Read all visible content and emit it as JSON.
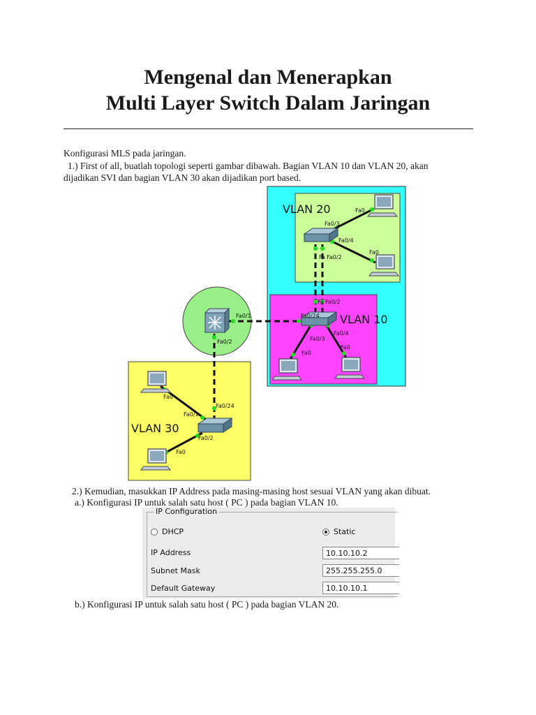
{
  "title_line1": "Mengenal dan Menerapkan",
  "title_line2": "Multi Layer Switch Dalam Jaringan",
  "p_intro": "Konfigurasi MLS pada jaringan.",
  "p_step1_a": "1.) First of all, buatlah topologi seperti gambar dibawah. Bagian VLAN 10 dan VLAN 20, akan",
  "p_step1_b": "dijadikan SVI dan bagian VLAN 30 akan dijadikan port based.",
  "p_step2": "2.) Kemudian, masukkan IP Address pada masing-masing host sesuai VLAN yang akan dibuat.",
  "p_step2a": "a.) Konfigurasi IP untuk salah satu host ( PC ) pada bagian VLAN 10.",
  "p_step2b": "b.) Konfigurasi IP untuk salah satu host ( PC ) pada bagian VLAN 20.",
  "diagram": {
    "vlan20": "VLAN 20",
    "vlan10": "VLAN 10",
    "vlan30": "VLAN 30",
    "ports": {
      "v20_pc1": "Fa0",
      "v20_sw_03": "Fa0/3",
      "v20_sw_04": "Fa0/4",
      "v20_pc2": "Fa0",
      "v20_sw_fa": "Fa",
      "v20_sw_02": "Fa0/2",
      "v10_sw_fa": "Fa",
      "v10_sw_02": "Fa0/2",
      "mls_01": "Fa0/1",
      "mls_02": "Fa0/2",
      "v10_sw_024": "Fa0/24",
      "v10_sw_04": "Fa0/4",
      "v10_sw_03": "Fa0/3",
      "v10_pc1": "Fa0",
      "v10_pc2": "Fa0",
      "v30_pc1": "Fa0",
      "v30_sw_024": "Fa0/24",
      "v30_sw_01": "Fa0/1",
      "v30_sw_02": "Fa0/2",
      "v30_pc2": "Fa0"
    }
  },
  "ipconfig": {
    "legend": "IP Configuration",
    "dhcp": "DHCP",
    "static": "Static",
    "ip_label": "IP Address",
    "ip_value": "10.10.10.2",
    "mask_label": "Subnet Mask",
    "mask_value": "255.255.255.0",
    "gw_label": "Default Gateway",
    "gw_value": "10.10.10.1"
  }
}
